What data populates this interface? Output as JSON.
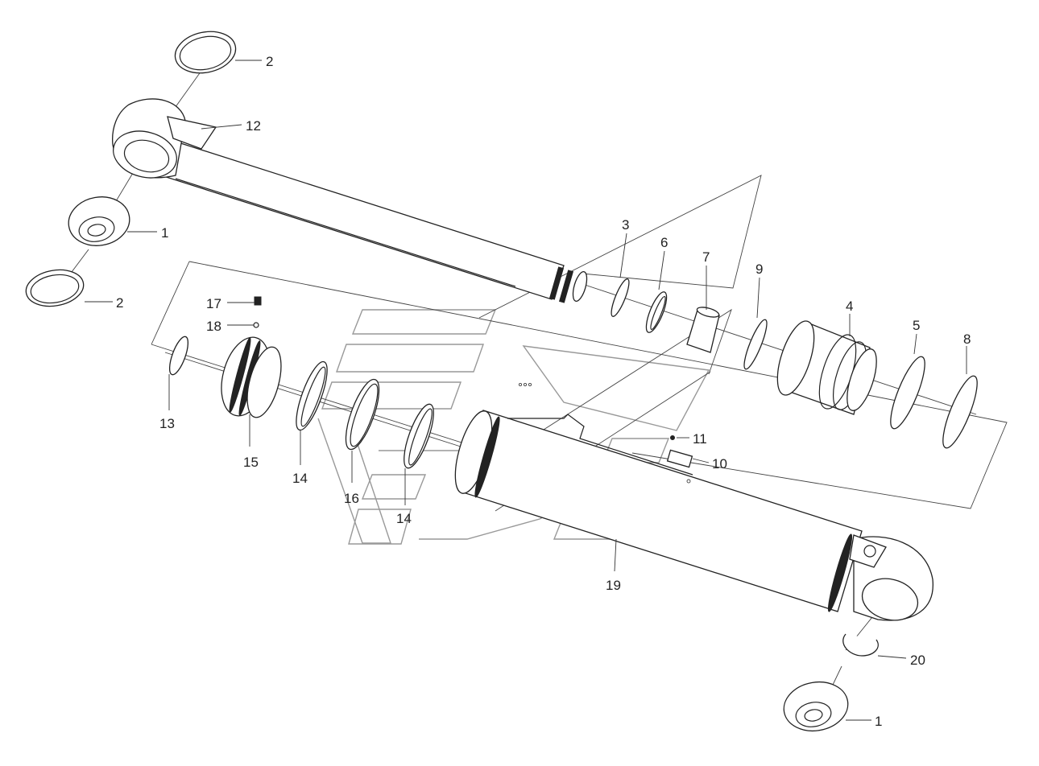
{
  "diagram": {
    "type": "exploded-parts-view",
    "line_color": "#222222",
    "watermark_color": "#999999",
    "callouts": [
      {
        "id": "c1a",
        "text": "1"
      },
      {
        "id": "c1b",
        "text": "1"
      },
      {
        "id": "c2a",
        "text": "2"
      },
      {
        "id": "c2b",
        "text": "2"
      },
      {
        "id": "c3",
        "text": "3"
      },
      {
        "id": "c4",
        "text": "4"
      },
      {
        "id": "c5",
        "text": "5"
      },
      {
        "id": "c6",
        "text": "6"
      },
      {
        "id": "c7",
        "text": "7"
      },
      {
        "id": "c8",
        "text": "8"
      },
      {
        "id": "c9",
        "text": "9"
      },
      {
        "id": "c10",
        "text": "10"
      },
      {
        "id": "c11",
        "text": "11"
      },
      {
        "id": "c12",
        "text": "12"
      },
      {
        "id": "c13",
        "text": "13"
      },
      {
        "id": "c14a",
        "text": "14"
      },
      {
        "id": "c14b",
        "text": "14"
      },
      {
        "id": "c15",
        "text": "15"
      },
      {
        "id": "c16",
        "text": "16"
      },
      {
        "id": "c17",
        "text": "17"
      },
      {
        "id": "c18",
        "text": "18"
      },
      {
        "id": "c19",
        "text": "19"
      },
      {
        "id": "c20",
        "text": "20"
      }
    ]
  }
}
